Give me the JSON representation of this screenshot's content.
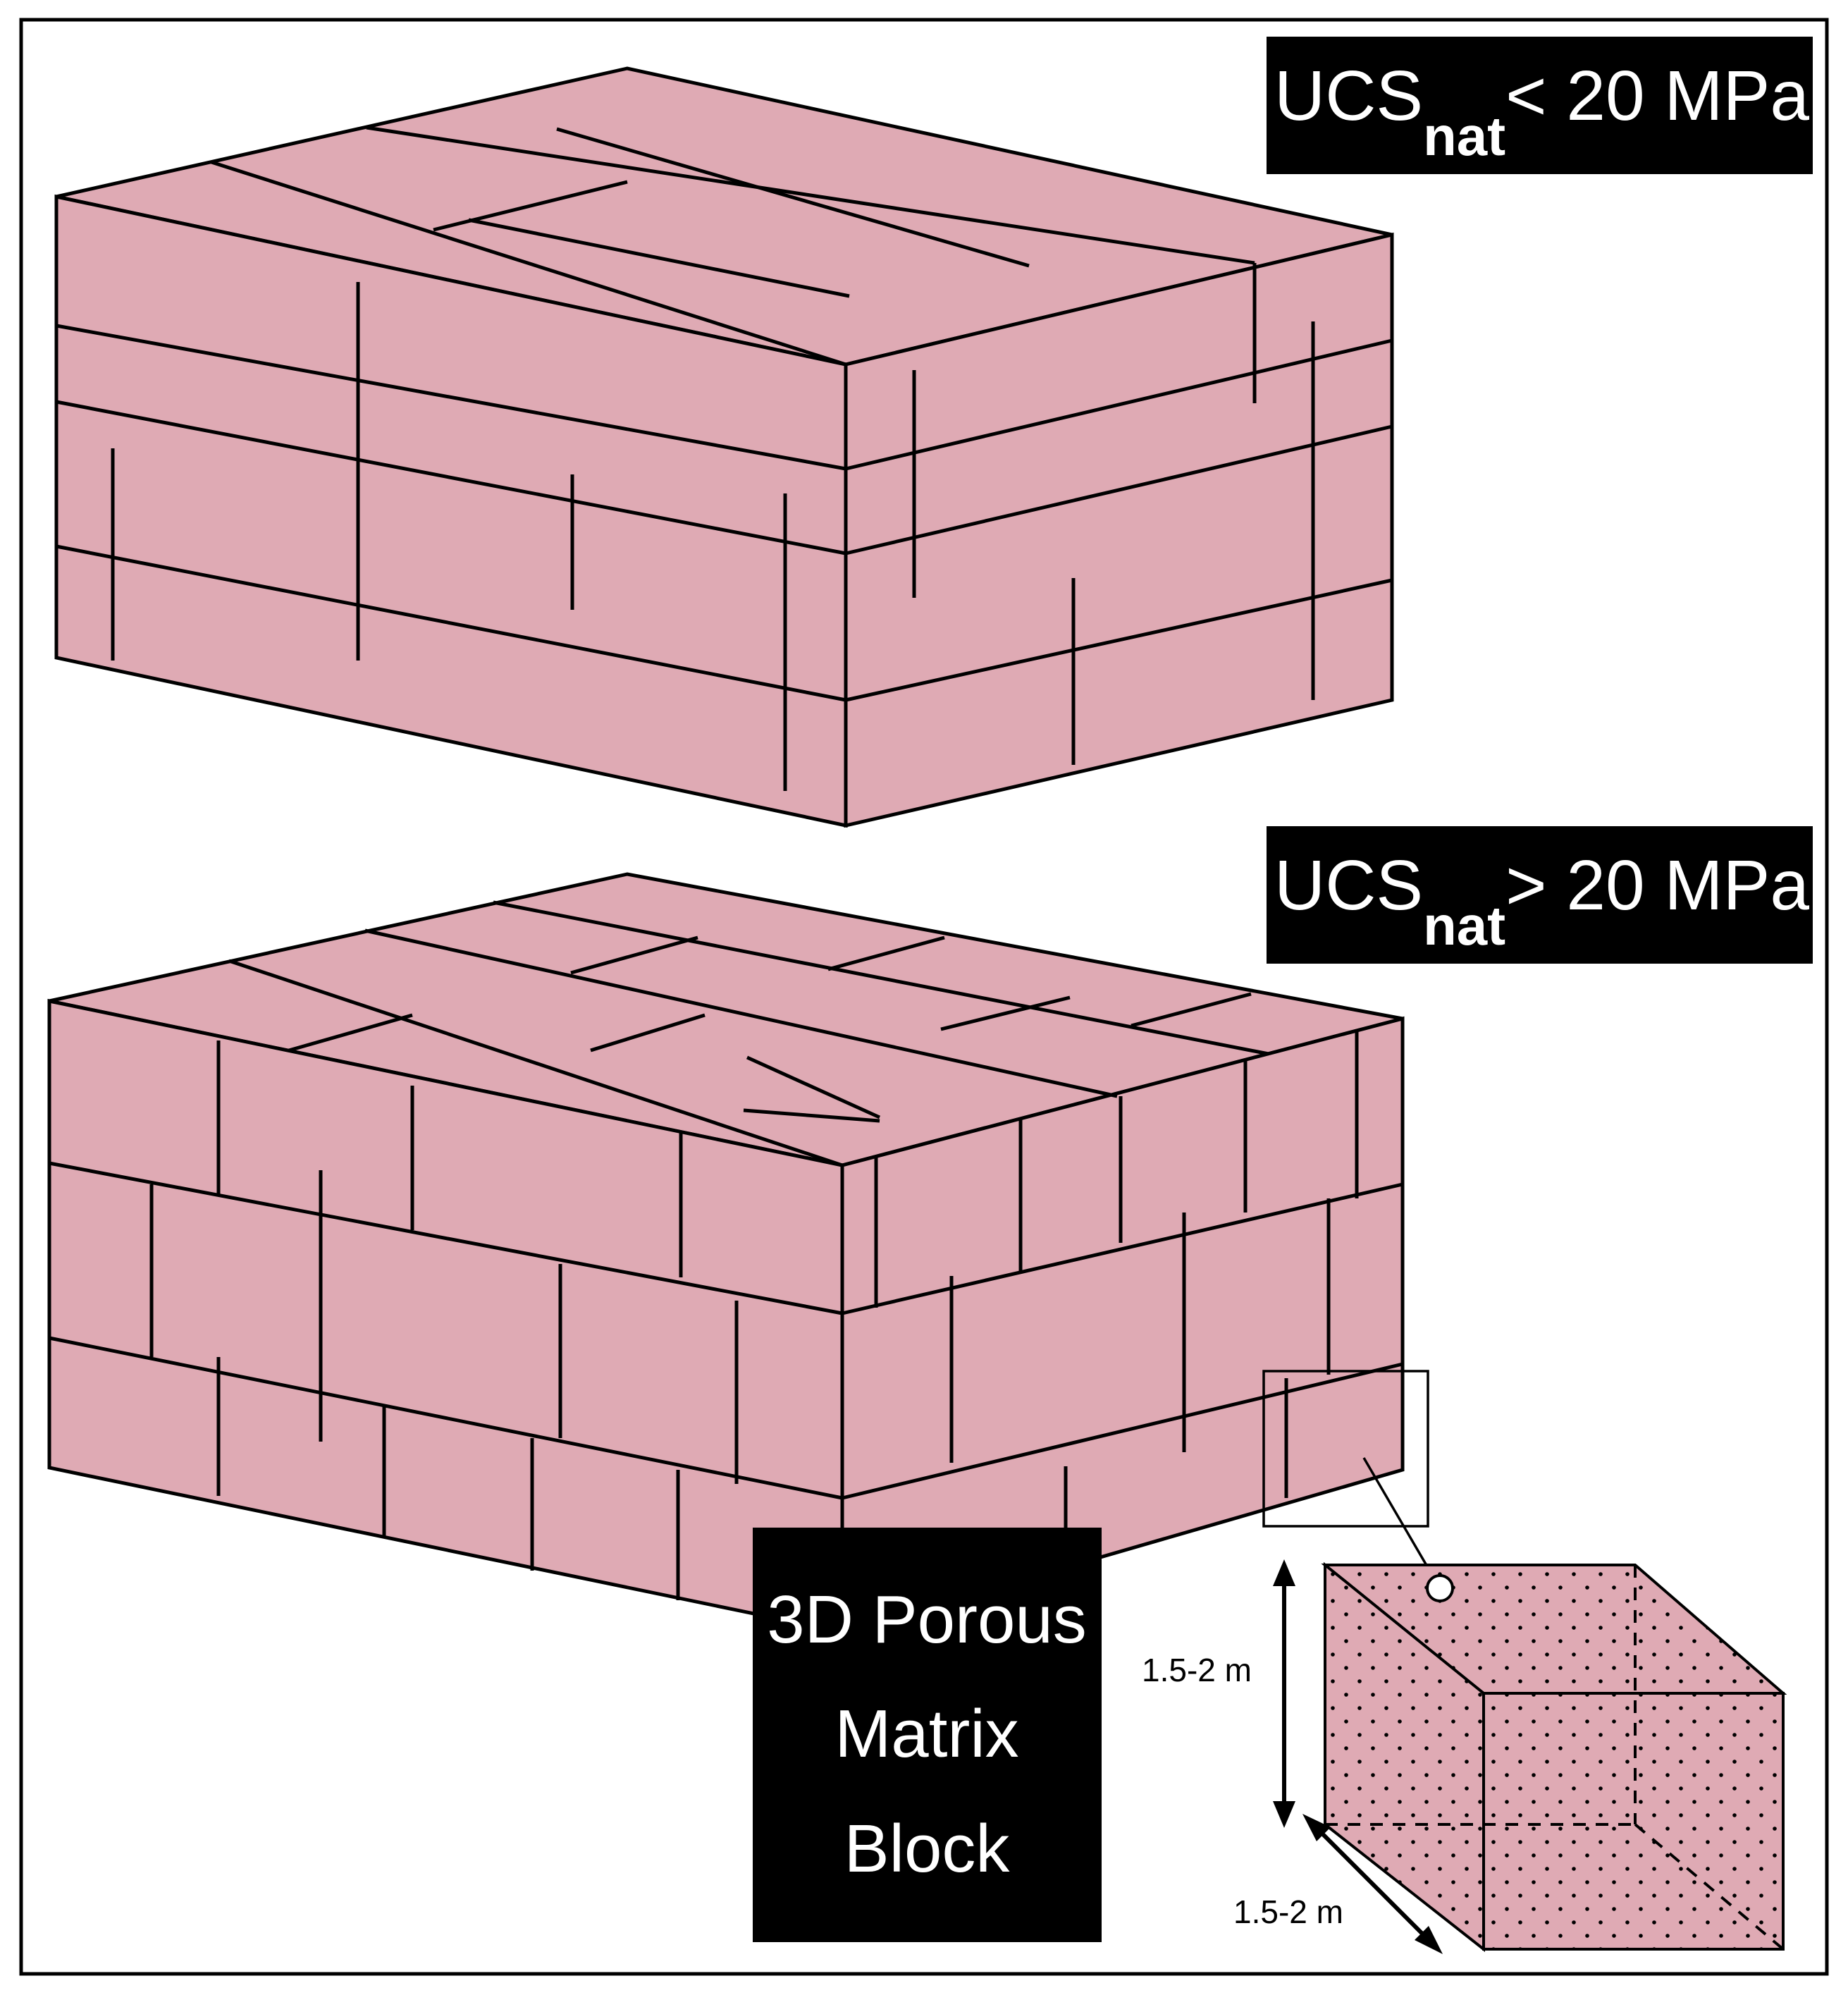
{
  "labels": {
    "top_ucs_main": "UCS",
    "top_ucs_sub": "nat",
    "top_ucs_rest": "< 20 MPa",
    "mid_ucs_main": "UCS",
    "mid_ucs_sub": "nat",
    "mid_ucs_rest": "> 20 MPa",
    "matrix_line1": "3D Porous",
    "matrix_line2": "Matrix",
    "matrix_line3": "Block",
    "dim_height": "1.5-2 m",
    "dim_depth": "1.5-2 m"
  },
  "colors": {
    "rock": "#dfaab4",
    "label_bg": "#000000",
    "label_text": "#ffffff"
  }
}
